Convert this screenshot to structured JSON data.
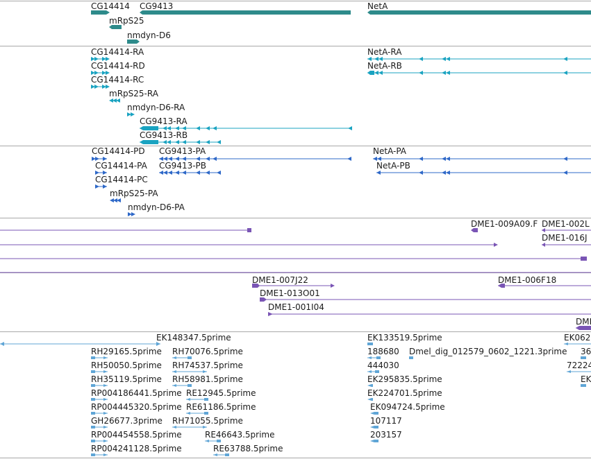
{
  "colors": {
    "gene": "#2e8b8b",
    "transcript": "#1aa3c1",
    "protein": "#2e68c8",
    "clone": "#7a55b5",
    "est": "#5fa5d6",
    "divider": "#a8a8a8",
    "text": "#1a1a1a"
  },
  "tracks": {
    "genes": {
      "labels": [
        "CG14414",
        "CG9413",
        "mRpS25",
        "nmdyn-D6",
        "NetA"
      ]
    },
    "transcripts": {
      "labels": [
        "CG14414-RA",
        "CG14414-RD",
        "CG14414-RC",
        "mRpS25-RA",
        "nmdyn-D6-RA",
        "CG9413-RA",
        "CG9413-RB",
        "NetA-RA",
        "NetA-RB"
      ]
    },
    "proteins": {
      "labels": [
        "CG14414-PD",
        "CG9413-PA",
        "CG14414-PA",
        "CG9413-PB",
        "CG14414-PC",
        "mRpS25-PA",
        "nmdyn-D6-PA",
        "NetA-PA",
        "NetA-PB"
      ]
    },
    "clones": {
      "labels": [
        "DME1-009A09.F",
        "DME1-002L",
        "DME1-016J",
        "DME1-007J22",
        "DME1-013O01",
        "DME1-001I04",
        "DME1-006F18",
        "DMI"
      ]
    },
    "ests": {
      "labels": [
        "EK148347.5prime",
        "RH29165.5prime",
        "RH70076.5prime",
        "RH50050.5prime",
        "RH74537.5prime",
        "RH35119.5prime",
        "RH58981.5prime",
        "RP004186441.5prime",
        "RE12945.5prime",
        "RP004445320.5prime",
        "RE61186.5prime",
        "GH26677.3prime",
        "RH71055.5prime",
        "RP004454558.5prime",
        "RE46643.5prime",
        "RP004241128.5prime",
        "RE63788.5prime",
        "EK133519.5prime",
        "188680",
        "Dmel_dig_012579_0602_1221.3prime",
        "444030",
        "EK295835.5prime",
        "EK224701.5prime",
        "EK094724.5prime",
        "107117",
        "203157",
        "EK062",
        "36",
        "72224",
        "EK"
      ]
    }
  }
}
